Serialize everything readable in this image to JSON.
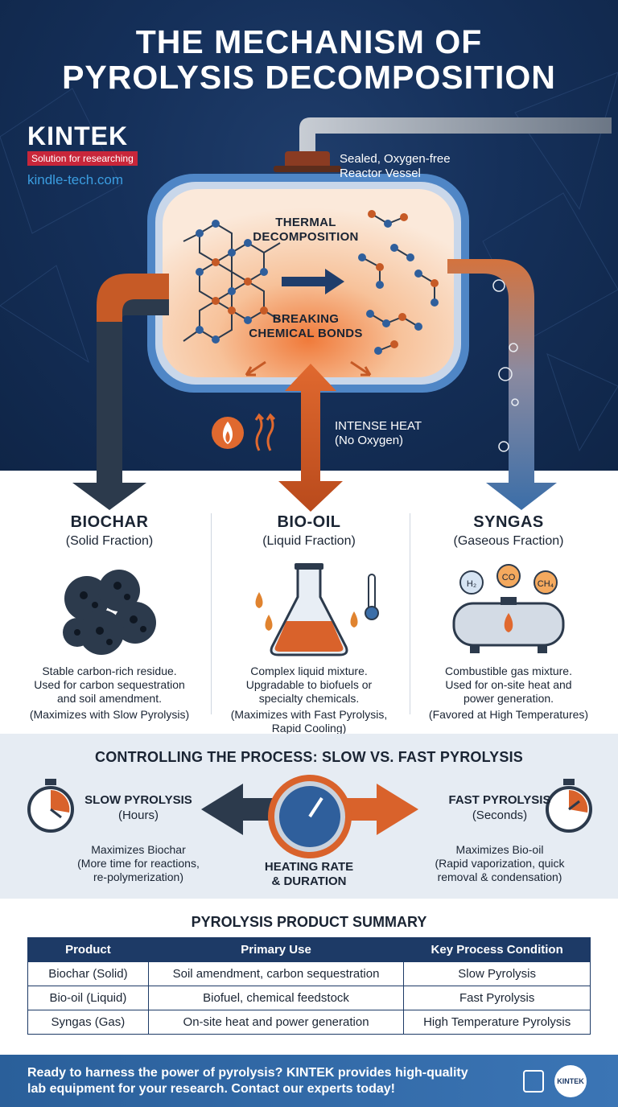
{
  "header": {
    "title_line1": "THE MECHANISM OF",
    "title_line2": "PYROLYSIS DECOMPOSITION"
  },
  "brand": {
    "name": "KINTEK",
    "tagline": "Solution for researching",
    "url": "kindle-tech.com"
  },
  "reactor": {
    "vessel_label_line1": "Sealed, Oxygen-free",
    "vessel_label_line2": "Reactor Vessel",
    "thermal_line1": "THERMAL",
    "thermal_line2": "DECOMPOSITION",
    "breaking_line1": "BREAKING",
    "breaking_line2": "CHEMICAL BONDS",
    "heat_line1": "INTENSE HEAT",
    "heat_line2": "(No Oxygen)"
  },
  "products": [
    {
      "title": "BIOCHAR",
      "subtitle": "(Solid Fraction)",
      "desc_lines": [
        "Stable carbon-rich residue.",
        "Used for carbon sequestration",
        "and soil amendment."
      ],
      "note_lines": [
        "(Maximizes with Slow Pyrolysis)"
      ]
    },
    {
      "title": "BIO-OIL",
      "subtitle": "(Liquid Fraction)",
      "desc_lines": [
        "Complex liquid mixture.",
        "Upgradable to biofuels or",
        "specialty chemicals."
      ],
      "note_lines": [
        "(Maximizes with Fast Pyrolysis,",
        "Rapid Cooling)"
      ]
    },
    {
      "title": "SYNGAS",
      "subtitle": "(Gaseous Fraction)",
      "desc_lines": [
        "Combustible gas mixture.",
        "Used for on-site heat and",
        "power generation."
      ],
      "note_lines": [
        "(Favored at High Temperatures)"
      ],
      "gases": [
        "H₂",
        "CO",
        "CH₄"
      ]
    }
  ],
  "control": {
    "title": "CONTROLLING THE PROCESS: SLOW VS. FAST PYROLYSIS",
    "slow": {
      "head": "SLOW PYROLYSIS",
      "sub": "(Hours)",
      "desc_lines": [
        "Maximizes Biochar",
        "(More time for reactions,",
        "re-polymerization)"
      ]
    },
    "fast": {
      "head": "FAST PYROLYSIS",
      "sub": "(Seconds)",
      "desc_lines": [
        "Maximizes Bio-oil",
        "(Rapid vaporization, quick",
        "removal & condensation)"
      ]
    },
    "center_line1": "HEATING RATE",
    "center_line2": "& DURATION"
  },
  "summary": {
    "title": "PYROLYSIS PRODUCT SUMMARY",
    "headers": [
      "Product",
      "Primary Use",
      "Key Process Condition"
    ],
    "rows": [
      [
        "Biochar (Solid)",
        "Soil amendment, carbon sequestration",
        "Slow Pyrolysis"
      ],
      [
        "Bio-oil (Liquid)",
        "Biofuel, chemical feedstock",
        "Fast Pyrolysis"
      ],
      [
        "Syngas (Gas)",
        "On-site heat and power generation",
        "High Temperature Pyrolysis"
      ]
    ]
  },
  "footer": {
    "line1": "Ready to harness the power of pyrolysis? KINTEK provides high-quality",
    "line2": "lab equipment for your research. Contact our experts today!",
    "logo": "KINTEK"
  },
  "colors": {
    "navy": "#15305a",
    "orange": "#d9622b",
    "dark_arrow": "#2c3a4c",
    "blue_arrow": "#3b6ea8",
    "footer": "#3b75b5"
  }
}
